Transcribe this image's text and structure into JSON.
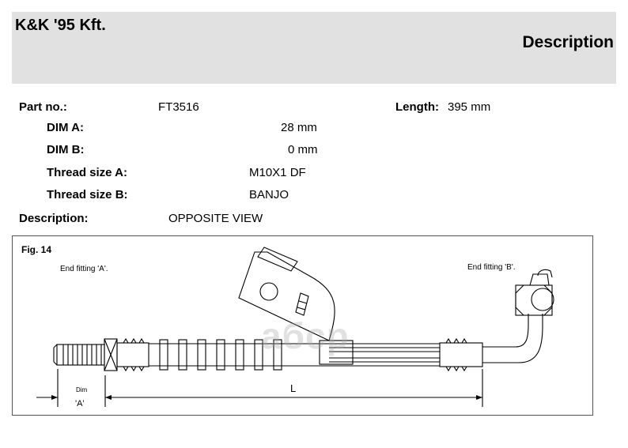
{
  "header": {
    "brand": "K&K '95 Kft.",
    "title": "Description"
  },
  "details": {
    "part_no_label": "Part no.:",
    "part_no_value": "FT3516",
    "length_label": "Length:",
    "length_value": "395 mm",
    "dim_a_label": "DIM A:",
    "dim_a_value": "28 mm",
    "dim_b_label": "DIM B:",
    "dim_b_value": "0 mm",
    "thread_a_label": "Thread size A:",
    "thread_a_value": "M10X1 DF",
    "thread_b_label": "Thread size B:",
    "thread_b_value": "BANJO",
    "description_label": "Description:",
    "description_value": "OPPOSITE VIEW"
  },
  "figure": {
    "label": "Fig. 14",
    "end_a": "End fitting 'A'.",
    "end_b": "End fitting 'B'.",
    "dim_label": "Dim",
    "dim_a_tag": "'A'",
    "length_symbol": "L"
  },
  "watermark": "aбcp"
}
